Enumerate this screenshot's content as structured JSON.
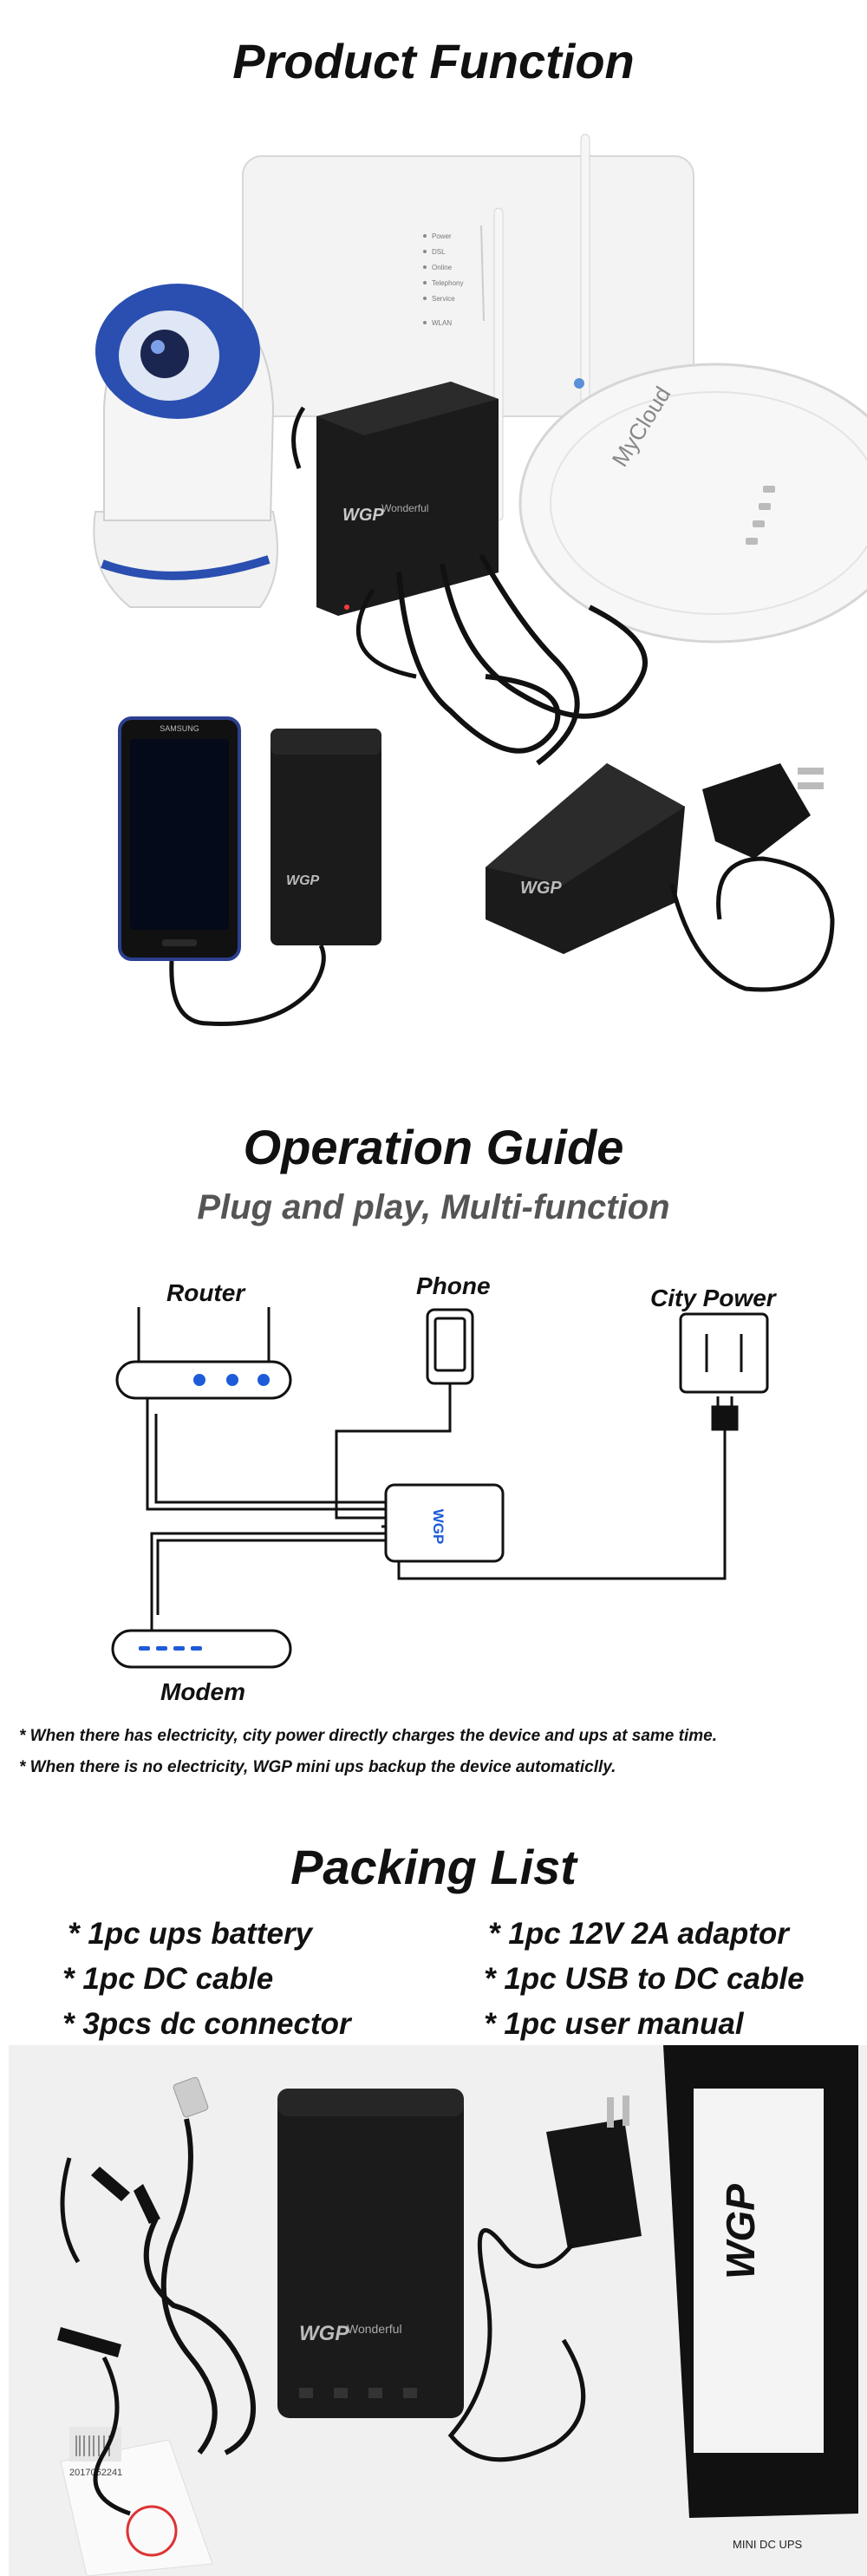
{
  "sections": {
    "function_title": "Product Function",
    "guide_title": "Operation Guide",
    "guide_subtitle": "Plug and play, Multi-function",
    "packing_title": "Packing List"
  },
  "photo_text": {
    "router_leds": [
      "Power",
      "DSL",
      "Online",
      "Telephony",
      "Service",
      "WLAN"
    ],
    "ups_brand": "WGP",
    "ups_model": "Wonderful",
    "phone_brand": "SAMSUNG",
    "ap_brand": "MyCloud",
    "box_label": "MINI DC UPS",
    "cert_code": "2017062241"
  },
  "diagram": {
    "router_label": "Router",
    "phone_label": "Phone",
    "city_power_label": "City Power",
    "modem_label": "Modem",
    "ups_label": "WGP"
  },
  "notes": [
    "* When there has electricity, city power directly charges the device and ups at same time.",
    "* When there is no electricity, WGP mini ups backup the device automaticlly."
  ],
  "packing_list": {
    "left": [
      "* 1pc ups battery",
      "* 1pc DC cable",
      "* 3pcs dc connector"
    ],
    "right": [
      "* 1pc 12V 2A adaptor",
      "* 1pc USB to DC cable",
      "* 1pc user manual"
    ]
  },
  "colors": {
    "accent_blue": "#1e5bd8",
    "camera_blue": "#2a4fb0",
    "ups_black": "#1b1b1b"
  }
}
